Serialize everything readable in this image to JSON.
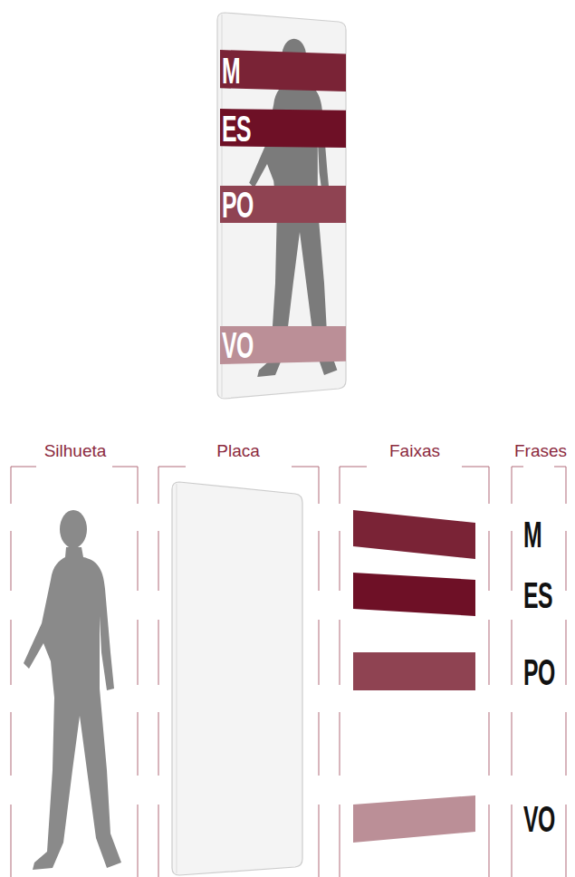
{
  "diagram": {
    "nodes": [
      {
        "text": [
          "M"
        ]
      },
      {
        "text": [
          "ES"
        ]
      },
      {
        "text": [
          "PO"
        ]
      },
      {
        "text": [
          "VO"
        ]
      }
    ],
    "labels": [
      "Silhueta",
      "Placa",
      "Faixas",
      "Frases",
      "M",
      "ES",
      "PO",
      "VO"
    ]
  }
}
